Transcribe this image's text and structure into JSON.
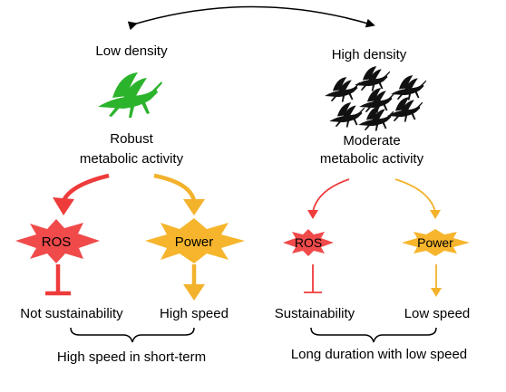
{
  "left": {
    "density": "Low density",
    "activity_line1": "Robust",
    "activity_line2": "metabolic activity",
    "ros": "ROS",
    "power": "Power",
    "outcome_ros": "Not sustainability",
    "outcome_power": "High speed",
    "summary": "High speed in short-term",
    "insect_icon": "green-locust-icon"
  },
  "right": {
    "density": "High density",
    "activity_line1": "Moderate",
    "activity_line2": "metabolic activity",
    "ros": "ROS",
    "power": "Power",
    "outcome_ros": "Sustainability",
    "outcome_power": "Low speed",
    "summary": "Long duration with low speed",
    "insect_icon": "black-locust-swarm-icon"
  },
  "colors": {
    "ros": "#f04a4a",
    "power": "#f6b52c",
    "ros_arrow": "#ee3b3b",
    "power_arrow": "#f3b22c",
    "insect_green": "#2cb32c",
    "insect_black": "#111111"
  }
}
